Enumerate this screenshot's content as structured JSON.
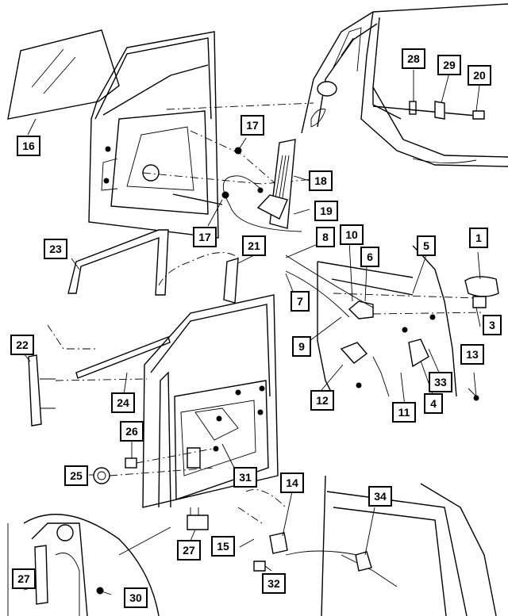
{
  "callouts": {
    "c1": "1",
    "c3": "3",
    "c4": "4",
    "c5": "5",
    "c6": "6",
    "c7": "7",
    "c8": "8",
    "c9": "9",
    "c10": "10",
    "c11": "11",
    "c12": "12",
    "c13": "13",
    "c14": "14",
    "c15": "15",
    "c16": "16",
    "c17a": "17",
    "c17b": "17",
    "c18": "18",
    "c19": "19",
    "c20": "20",
    "c21": "21",
    "c22": "22",
    "c23": "23",
    "c24": "24",
    "c25": "25",
    "c26": "26",
    "c27a": "27",
    "c27b": "27",
    "c28": "28",
    "c29": "29",
    "c30": "30",
    "c31": "31",
    "c32": "32",
    "c33": "33",
    "c34": "34"
  }
}
